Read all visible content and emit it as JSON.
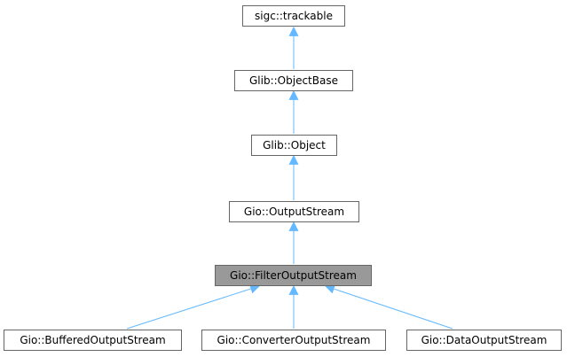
{
  "diagram": {
    "nodes": {
      "trackable": "sigc::trackable",
      "objectbase": "Glib::ObjectBase",
      "object": "Glib::Object",
      "outputstream": "Gio::OutputStream",
      "filteroutputstream": "Gio::FilterOutputStream",
      "bufferedoutputstream": "Gio::BufferedOutputStream",
      "converteroutputstream": "Gio::ConverterOutputStream",
      "dataoutputstream": "Gio::DataOutputStream"
    },
    "colors": {
      "edge": "#63b8ff",
      "node_border": "#666666",
      "current_fill": "#999999"
    }
  }
}
